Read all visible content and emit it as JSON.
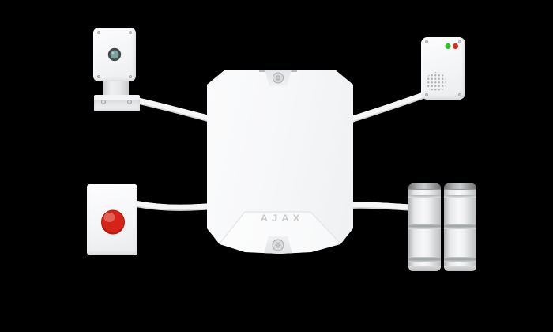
{
  "scene": {
    "background_color": "#000000"
  },
  "hub": {
    "name": "ajax-multitransmitter",
    "logo_text": "AJAX",
    "logo_color": "#c8c9cb",
    "body_color": "#f5f6f8"
  },
  "devices": {
    "top_left": {
      "name": "wired-detector-on-bracket",
      "lens_color": "#7aa29e",
      "lens_ring_color": "#45494b"
    },
    "top_right": {
      "name": "wired-detector-with-leds-and-speaker",
      "green_led_color": "#2ec62b",
      "red_led_color": "#e32b20",
      "grille_dot_color": "#b2b3b6"
    },
    "bottom_left": {
      "name": "wired-panic-button",
      "button_color": "#d52417"
    },
    "bottom_right": {
      "name": "dual-wired-curtain-detectors",
      "unit_count": "2"
    }
  },
  "cables": {
    "color": "#f6f6f7",
    "shadow_color": "#d7d8da",
    "count": "4"
  }
}
